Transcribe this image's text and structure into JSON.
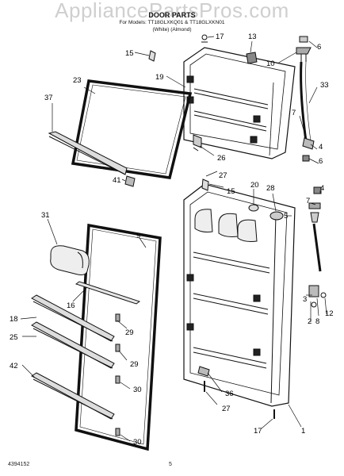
{
  "watermark": "AppliancePartsPros.com",
  "header": {
    "title": "DOOR PARTS",
    "model_line": "For Models: TT18GLXKQ01 & TT18GLXKN01",
    "variant_line": "(White)      (Almond)"
  },
  "footer": {
    "code": "4394152",
    "page": "5"
  },
  "callouts": [
    "17",
    "13",
    "15",
    "6",
    "10",
    "19",
    "23",
    "33",
    "37",
    "7",
    "26",
    "4",
    "27",
    "6",
    "41",
    "20",
    "28",
    "15",
    "4",
    "7",
    "5",
    "31",
    "9",
    "16",
    "29",
    "18",
    "25",
    "29",
    "42",
    "30",
    "36",
    "27",
    "17",
    "1",
    "30",
    "3",
    "8",
    "12",
    "2"
  ]
}
